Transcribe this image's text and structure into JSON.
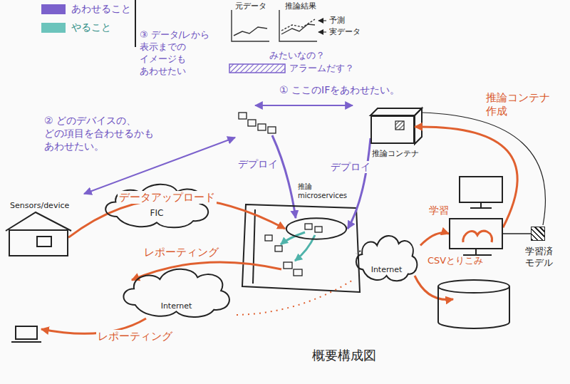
{
  "diagram": {
    "caption": "概要構成図",
    "nodes": [
      {
        "text": [
          "推論コンテナ"
        ]
      },
      {
        "text": [
          "Sensors/device"
        ]
      },
      {
        "text": [
          "FIC"
        ]
      },
      {
        "text": [
          "推論 microservices"
        ]
      },
      {
        "text": [
          "学習"
        ]
      },
      {
        "text": [
          "学習済 モデル"
        ]
      },
      {
        "text": [
          "Internet"
        ]
      },
      {
        "text": [
          "Internet"
        ]
      }
    ],
    "edges": [
      {
        "from": 1,
        "to": 3,
        "label": "データアップロード",
        "arrow": "to"
      },
      {
        "from": 0,
        "to": 3,
        "label": "デプロイ",
        "arrow": "to"
      },
      {
        "from": 4,
        "to": 0,
        "label": "推論コンテナ 作成",
        "arrow": "to"
      },
      {
        "from": 4,
        "to": 5,
        "arrow": "none"
      },
      {
        "from": 6,
        "to": 4,
        "arrow": "to"
      }
    ],
    "labels": [
      "③ データ/レから 表示までの イメージも あわせたい",
      "元データ",
      "推論結果",
      "予測",
      "実データ",
      "みたいなの？",
      "アラームだす？",
      "① ここのIFをあわせたい。",
      "② どのデバイスの、 どの項目を合わせるかも あわせたい。",
      "デプロイ",
      "レポーティング",
      "レポーティング",
      "CSVとりこみ"
    ],
    "legend": [
      {
        "text": "あわせること",
        "color": "#7b61cc"
      },
      {
        "text": "やること",
        "color": "#6cc4bc"
      }
    ]
  }
}
